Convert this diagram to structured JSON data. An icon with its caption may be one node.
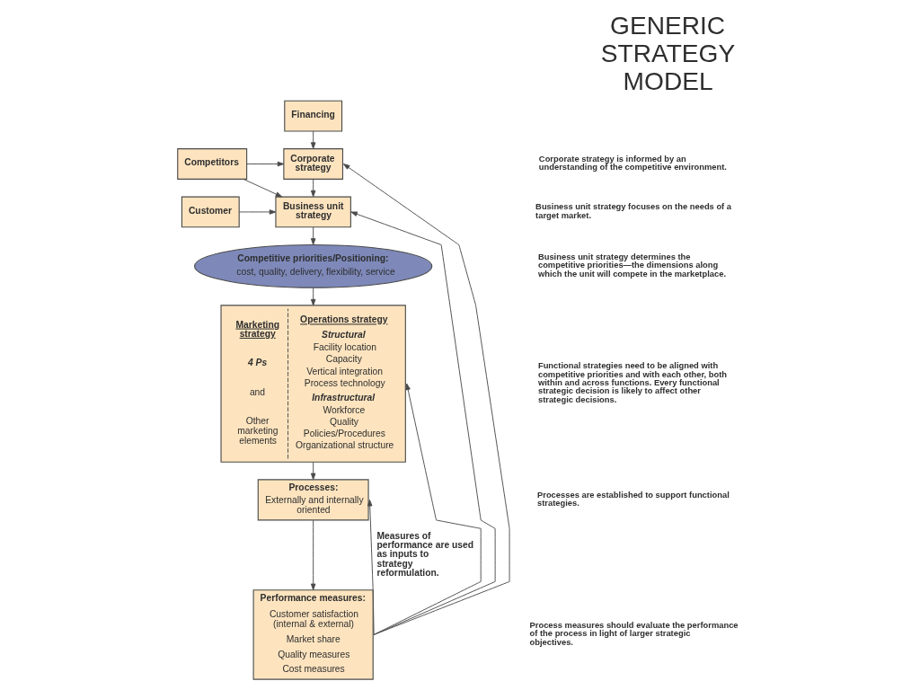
{
  "diagram": {
    "title": "GENERIC STRATEGY MODEL",
    "nodes": [
      {
        "text": [
          "Financing"
        ]
      },
      {
        "text": [
          "Competitors"
        ]
      },
      {
        "text": [
          "Corporate strategy"
        ]
      },
      {
        "text": [
          "Customer"
        ]
      },
      {
        "text": [
          "Business unit strategy"
        ]
      },
      {
        "text": [
          "Competitive priorities/Positioning:",
          "cost, quality, delivery, flexibility, service"
        ]
      },
      {
        "text": [
          "Marketing strategy",
          "4 Ps",
          "and",
          "Other marketing elements",
          "Operations strategy",
          "Structural",
          "Facility location",
          "Capacity",
          "Vertical integration",
          "Process technology",
          "Infrastructural",
          "Workforce",
          "Quality",
          "Policies/Procedures",
          "Organizational structure"
        ]
      },
      {
        "text": [
          "Processes:",
          "Externally and internally oriented"
        ]
      },
      {
        "text": [
          "Performance measures:",
          "Customer satisfaction (internal & external)",
          "Market share",
          "Quality measures",
          "Cost measures"
        ]
      }
    ],
    "edges": [
      {
        "from": 0,
        "to": 2,
        "arrow": "to"
      },
      {
        "from": 1,
        "to": 2,
        "arrow": "to"
      },
      {
        "from": 1,
        "to": 4,
        "arrow": "to"
      },
      {
        "from": 2,
        "to": 4,
        "arrow": "to"
      },
      {
        "from": 3,
        "to": 4,
        "arrow": "to"
      },
      {
        "from": 4,
        "to": 5,
        "arrow": "to"
      },
      {
        "from": 5,
        "to": 6,
        "arrow": "to"
      },
      {
        "from": 6,
        "to": 7,
        "arrow": "to"
      },
      {
        "from": 7,
        "to": 8,
        "arrow": "to"
      },
      {
        "from": 8,
        "to": 2,
        "arrow": "to"
      },
      {
        "from": 8,
        "to": 4,
        "arrow": "to"
      },
      {
        "from": 8,
        "to": 6,
        "arrow": "to"
      },
      {
        "from": 8,
        "to": 7,
        "arrow": "to",
        "label": "Measures of performance are used as inputs to strategy reformulation."
      }
    ],
    "labels": [
      "Corporate strategy is informed by an understanding of the competitive environment.",
      "Business unit strategy focuses on the needs of a target market.",
      "Business unit strategy determines the competitive priorities—the dimensions along which the unit will compete in the marketplace.",
      "Functional strategies need to be aligned with competitive priorities and with each other, both within and across functions. Every functional strategic decision is likely to affect other strategic decisions.",
      "Processes are established to support functional strategies.",
      "Process measures should evaluate the performance of the process in light of larger strategic objectives."
    ]
  }
}
